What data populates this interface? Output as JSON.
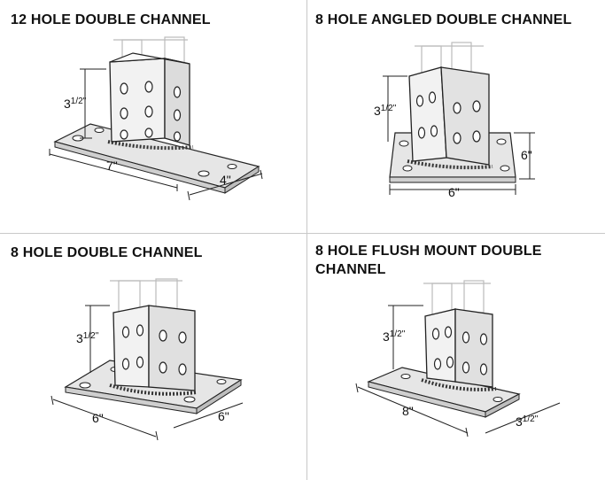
{
  "panels": [
    {
      "title": "12 HOLE DOUBLE CHANNEL",
      "dims": {
        "height": "3",
        "height_frac": "1/2\"",
        "length": "7\"",
        "width": "4\""
      }
    },
    {
      "title": "8 HOLE ANGLED DOUBLE CHANNEL",
      "dims": {
        "height": "3",
        "height_frac": "1/2\"",
        "length": "6\"",
        "width": "6\""
      }
    },
    {
      "title": "8 HOLE DOUBLE CHANNEL",
      "dims": {
        "height": "3",
        "height_frac": "1/2\"",
        "length": "6\"",
        "width": "6\""
      }
    },
    {
      "title_line1": "8 HOLE FLUSH MOUNT DOUBLE",
      "title_line2": "CHANNEL",
      "dims": {
        "height": "3",
        "height_frac": "1/2\"",
        "length": "8\"",
        "width": "3",
        "width_frac": "1/2\""
      }
    }
  ]
}
